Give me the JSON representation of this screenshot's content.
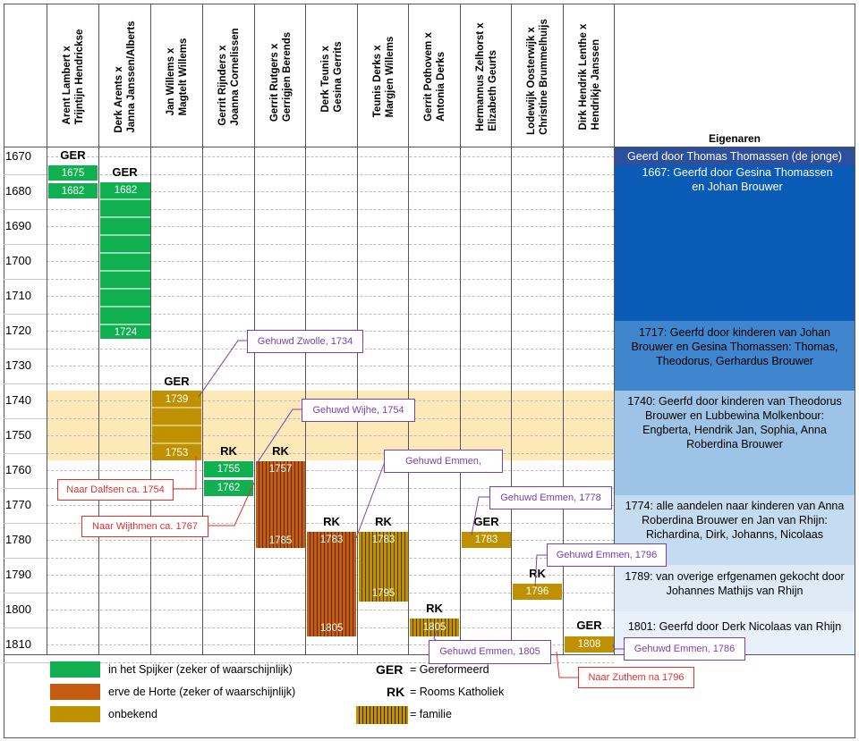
{
  "columns": [
    {
      "line1": "Arent Lambert x",
      "line2": "Trijntijn Hendrickse"
    },
    {
      "line1": "Derk Arents x",
      "line2": "Janna Janssen/Alberts"
    },
    {
      "line1": "Jan Willems x",
      "line2": "Magtelt Willems"
    },
    {
      "line1": "Gerrit Rijnders x",
      "line2": "Joanna Cornelissen"
    },
    {
      "line1": "Gerrit Rutgers x",
      "line2": "Gerrigjen Berends"
    },
    {
      "line1": "Derk Teunis x",
      "line2": "Gesina Gerrits"
    },
    {
      "line1": "Teunis Derks x",
      "line2": "Margjen Willems"
    },
    {
      "line1": "Gerrit Pothovem x",
      "line2": "Antonia Derks"
    },
    {
      "line1": "Hermannus Zelhorst x",
      "line2": "Elizabeth Geurts"
    },
    {
      "line1": "Lodewijk Oosterwijk x",
      "line2": "Christine Brummelhuijs"
    },
    {
      "line1": "Dirk Hendrik Lenthe x",
      "line2": "Hendrikje Janssen"
    }
  ],
  "owners_header": "Eigenaren",
  "years": [
    "1670",
    "1680",
    "1690",
    "1700",
    "1710",
    "1720",
    "1730",
    "1740",
    "1750",
    "1760",
    "1770",
    "1780",
    "1790",
    "1800",
    "1810"
  ],
  "colors": {
    "green": "#10b050",
    "brown": "#c55a11",
    "gold": "#bf9000",
    "gold_band": "#fde8b8",
    "blue_dark": "#0a5bb5",
    "blue_mid": "#3f86cf",
    "blue_light": "#9dc3e6",
    "blue_pale": "#deebf7",
    "purple": "#7a3fb0",
    "red": "#e03030"
  },
  "bar_labels": {
    "c0_1675": "1675",
    "c0_1682": "1682",
    "c1_1682": "1682",
    "c1_1724": "1724",
    "c2_1739": "1739",
    "c2_1753": "1753",
    "c3_1755": "1755",
    "c3_1762": "1762",
    "c4_1757": "1757",
    "c4_1785": "1785",
    "c5_1783": "1783",
    "c5_1805": "1805",
    "c6_1783": "1783",
    "c6_1795": "1795",
    "c7_1805": "1805",
    "c8_1783": "1783",
    "c9_1796": "1796",
    "c10_1808": "1808"
  },
  "religion": {
    "c0": "GER",
    "c1": "GER",
    "c2": "GER",
    "c3": "RK",
    "c4": "RK",
    "c5": "RK",
    "c6": "RK",
    "c7": "RK",
    "c8": "GER",
    "c9": "RK",
    "c10": "GER"
  },
  "owners": [
    "Geerd door Thomas Thomassen (de jonge)",
    "1667: Geerfd door Gesina Thomassen en Johan Brouwer",
    "1717: Geerfd door kinderen van Johan Brouwer en Gesina Thomassen: Thomas, Theodorus, Gerhardus Brouwer",
    "1740: Geerfd  door kinderen van Theodorus Brouwer en Lubbewina Molkenbour: Engberta, Hendrik Jan, Sophia, Anna Roberdina Brouwer",
    "1774: alle aandelen naar kinderen van Anna Roberdina Brouwer en Jan van Rhijn: Richardina, Dirk, Johanns, Nicolaas",
    "1789: van overige erfgenamen gekocht door Johannes Mathijs van Rhijn",
    "1801: Geerfd door Derk Nicolaas van Rhijn"
  ],
  "callouts": {
    "zwolle": "Gehuwd Zwolle, 1734",
    "wijhe": "Gehuwd Wijhe, 1754",
    "emmen": "Gehuwd Emmen,",
    "emmen1778": "Gehuwd Emmen, 1778",
    "emmen1796": "Gehuwd Emmen, 1796",
    "emmen1805": "Gehuwd Emmen, 1805",
    "emmen1786": "Gehuwd Emmen, 1786",
    "dalfsen": "Naar Dalfsen ca. 1754",
    "wijthmen": "Naar Wijthmen ca. 1767",
    "zuthem": "Naar Zuthem na 1796"
  },
  "legend": {
    "spijker": "in het Spijker (zeker of waarschijnlijk)",
    "horte": "erve de Horte (zeker of waarschijnlijk)",
    "onbekend": "onbekend",
    "ger_key": "GER",
    "ger_val": "= Gereformeerd",
    "rk_key": "RK",
    "rk_val": "= Rooms Katholiek",
    "familie": "= familie"
  }
}
